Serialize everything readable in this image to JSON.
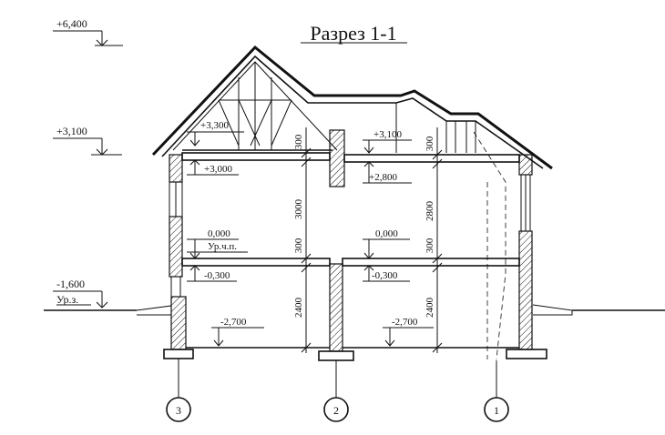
{
  "title": "Разрез 1-1",
  "levels_left": {
    "top": "+6,400",
    "second_floor": "+3,100",
    "ground": "-1,600",
    "ground_label": "Ур.з."
  },
  "levels_inner": {
    "left_ceiling_top": "+3,300",
    "left_ceiling_bottom": "+3,000",
    "right_ceiling_top": "+3,100",
    "right_ceiling_bottom": "+2,800",
    "left_floor_zero": "0,000",
    "left_floor_label": "Ур.ч.п.",
    "left_floor_under": "-0,300",
    "right_floor_zero": "0,000",
    "right_floor_under": "-0,300",
    "left_basement": "-2,700",
    "right_basement": "-2,700"
  },
  "dimensions": {
    "left_slab_upper": "300",
    "left_storey": "3000",
    "left_slab_lower": "300",
    "left_basement": "2400",
    "right_slab_upper": "300",
    "right_storey": "2800",
    "right_slab_lower": "300",
    "right_basement": "2400"
  },
  "axes": [
    "3",
    "2",
    "1"
  ]
}
